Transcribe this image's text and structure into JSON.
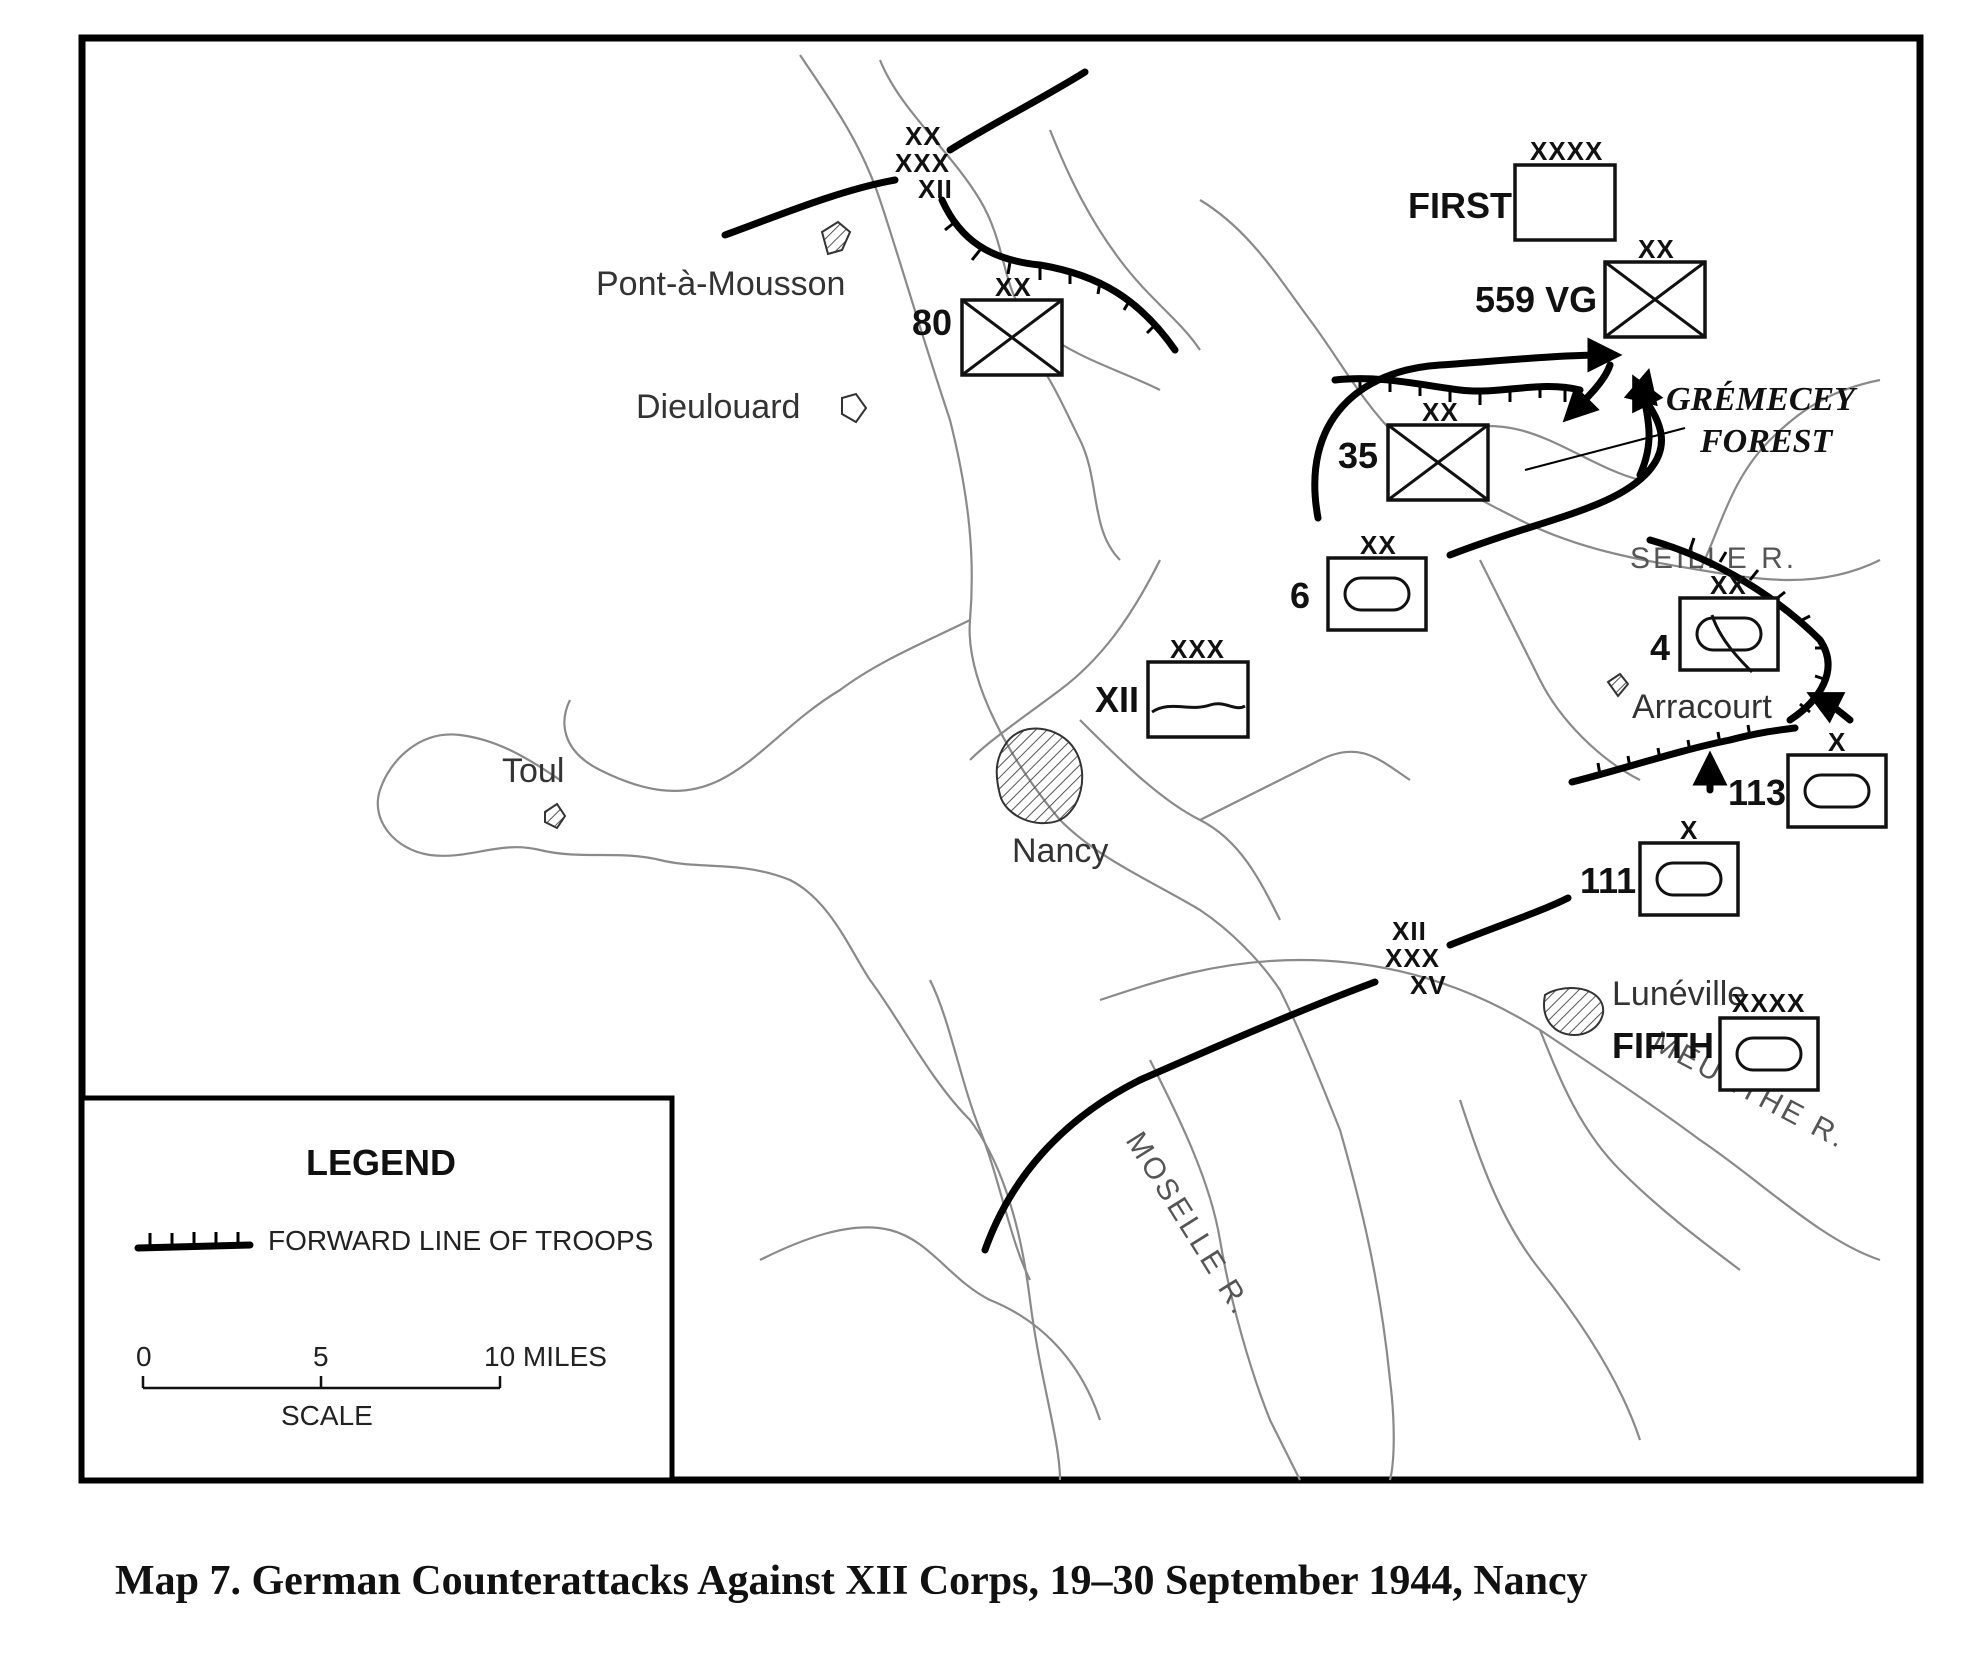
{
  "caption": "Map 7.  German Counterattacks Against XII Corps, 19–30 September 1944, Nancy",
  "places": {
    "pont_a_mousson": "Pont-à-Mousson",
    "dieulouard": "Dieulouard",
    "toul": "Toul",
    "nancy": "Nancy",
    "arracourt": "Arracourt",
    "luneville": "Lunéville"
  },
  "rivers": {
    "moselle": "MOSELLE R.",
    "meurthe": "MEURTHE R.",
    "seille": "SEILLE R."
  },
  "forest": {
    "line1": "GRÉMECEY",
    "line2": "FOREST"
  },
  "units": {
    "first_army": {
      "label": "FIRST",
      "echelon": "XXXX"
    },
    "div_559vg": {
      "label": "559 VG",
      "echelon": "XX"
    },
    "div_80": {
      "label": "80",
      "echelon": "XX"
    },
    "div_35": {
      "label": "35",
      "echelon": "XX"
    },
    "div_6": {
      "label": "6",
      "echelon": "XX"
    },
    "div_4": {
      "label": "4",
      "echelon": "XX"
    },
    "corps_xii": {
      "label": "XII",
      "echelon": "XXX"
    },
    "bde_113": {
      "label": "113",
      "echelon": "X"
    },
    "bde_111": {
      "label": "111",
      "echelon": "X"
    },
    "fifth_army": {
      "label": "FIFTH",
      "echelon": "XXXX"
    }
  },
  "boundaries": {
    "north": {
      "upper": "XX",
      "mid": "XXX",
      "lower": "XII"
    },
    "south": {
      "upper": "XII",
      "mid": "XXX",
      "lower": "XV"
    }
  },
  "legend": {
    "title": "LEGEND",
    "flot_label": "FORWARD LINE OF TROOPS",
    "scale_0": "0",
    "scale_5": "5",
    "scale_10": "10 MILES",
    "scale_label": "SCALE"
  }
}
